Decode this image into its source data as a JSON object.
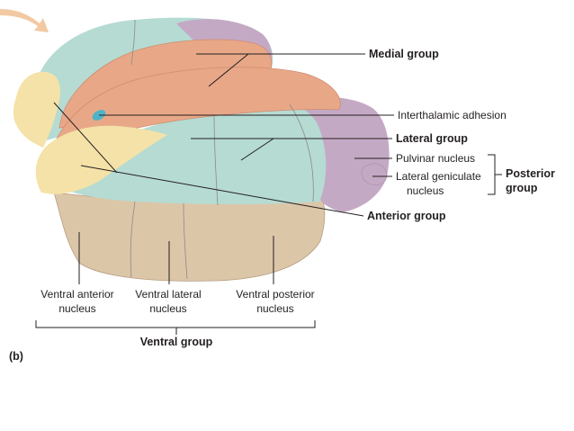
{
  "figure": {
    "panel_label": "(b)",
    "labels": {
      "medial_group": "Medial group",
      "interthalamic_adhesion": "Interthalamic adhesion",
      "lateral_group": "Lateral group",
      "pulvinar_nucleus": "Pulvinar nucleus",
      "lateral_geniculate_line1": "Lateral geniculate",
      "lateral_geniculate_line2": "nucleus",
      "posterior_group_line1": "Posterior",
      "posterior_group_line2": "group",
      "anterior_group": "Anterior group",
      "ventral_anterior_line1": "Ventral anterior",
      "ventral_anterior_line2": "nucleus",
      "ventral_lateral_line1": "Ventral lateral",
      "ventral_lateral_line2": "nucleus",
      "ventral_posterior_line1": "Ventral posterior",
      "ventral_posterior_line2": "nucleus",
      "ventral_group": "Ventral group"
    },
    "colors": {
      "medial_orange": "#e8a888",
      "medial_orange_dark": "#cf8c6e",
      "lateral_teal": "#b5dbd3",
      "pulvinar_purple": "#c4a9c5",
      "anterior_yellow": "#f4e2a8",
      "ventral_tan": "#dcc6a8",
      "adhesion_blue": "#4fb3c8",
      "arrow_peach": "#f2c9a2"
    }
  }
}
